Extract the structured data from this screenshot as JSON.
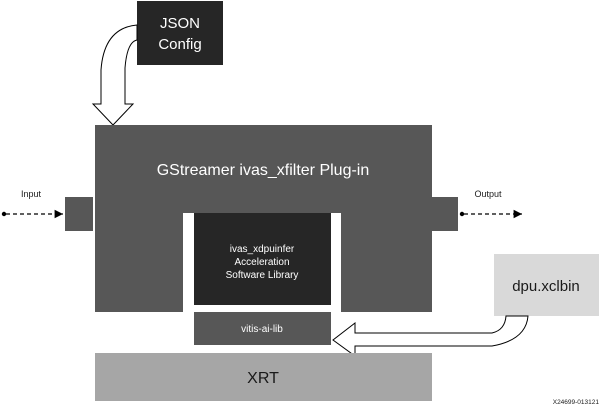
{
  "json_config": {
    "line1": "JSON",
    "line2": "Config"
  },
  "plugin": {
    "title": "GStreamer ivas_xfilter Plug-in"
  },
  "input_label": "Input",
  "output_label": "Output",
  "library": {
    "line1": "ivas_xdpuinfer",
    "line2": "Acceleration",
    "line3": "Software Library"
  },
  "vitis_lib": "vitis-ai-lib",
  "xclbin": "dpu.xclbin",
  "xrt": "XRT",
  "figure_id": "X24699-013121",
  "colors": {
    "dark_block": "#262626",
    "main_block": "#575757",
    "port": "#575757",
    "xrt_block": "#a6a6a6",
    "xclbin_block": "#d9d9d9",
    "text_light": "#ffffff",
    "text_dark": "#1a1a1a"
  }
}
